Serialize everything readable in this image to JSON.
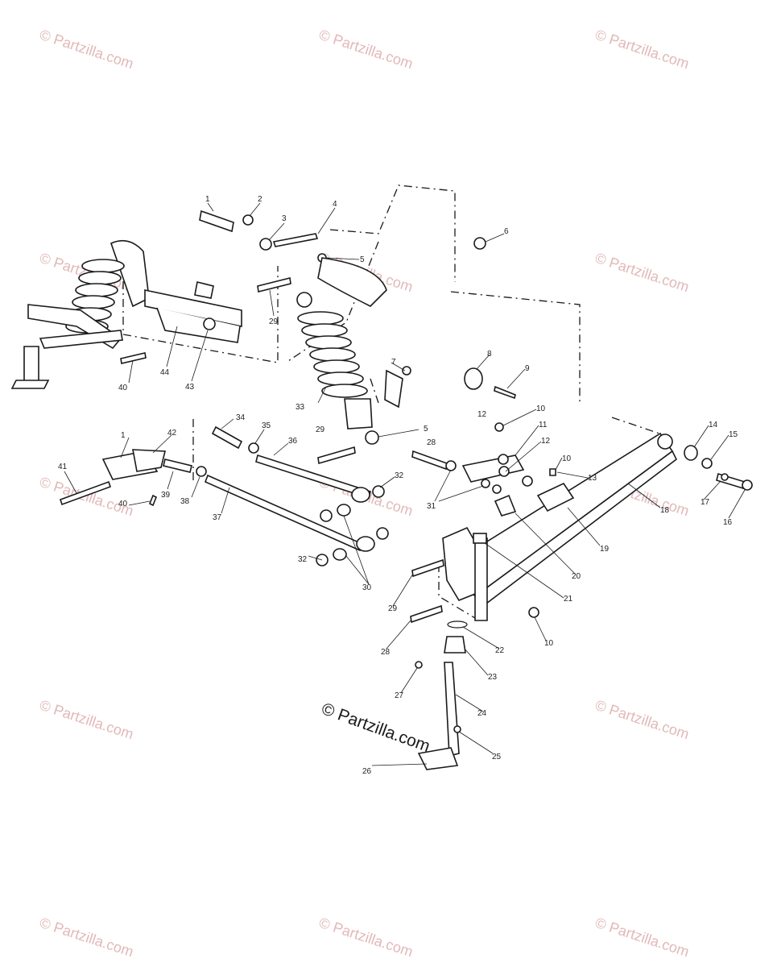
{
  "watermarks": {
    "small_text": "© Partzilla.com",
    "center_text": "© Partzilla.com"
  },
  "callouts": [
    {
      "id": "1",
      "label": "1"
    },
    {
      "id": "2",
      "label": "2"
    },
    {
      "id": "3",
      "label": "3"
    },
    {
      "id": "4",
      "label": "4"
    },
    {
      "id": "5",
      "label": "5"
    },
    {
      "id": "6",
      "label": "6"
    },
    {
      "id": "29",
      "label": "29"
    },
    {
      "id": "40",
      "label": "40"
    },
    {
      "id": "44",
      "label": "44"
    },
    {
      "id": "43",
      "label": "43"
    },
    {
      "id": "33",
      "label": "33"
    },
    {
      "id": "7",
      "label": "7"
    },
    {
      "id": "8",
      "label": "8"
    },
    {
      "id": "9",
      "label": "9"
    },
    {
      "id": "10",
      "label": "10"
    },
    {
      "id": "11",
      "label": "11"
    },
    {
      "id": "12",
      "label": "12"
    },
    {
      "id": "12b",
      "label": "12"
    },
    {
      "id": "13",
      "label": "13"
    },
    {
      "id": "10b",
      "label": "10"
    },
    {
      "id": "14",
      "label": "14"
    },
    {
      "id": "15",
      "label": "15"
    },
    {
      "id": "17",
      "label": "17"
    },
    {
      "id": "16",
      "label": "16"
    },
    {
      "id": "18",
      "label": "18"
    },
    {
      "id": "19",
      "label": "19"
    },
    {
      "id": "20",
      "label": "20"
    },
    {
      "id": "21",
      "label": "21"
    },
    {
      "id": "10c",
      "label": "10"
    },
    {
      "id": "22",
      "label": "22"
    },
    {
      "id": "23",
      "label": "23"
    },
    {
      "id": "24",
      "label": "24"
    },
    {
      "id": "25",
      "label": "25"
    },
    {
      "id": "26",
      "label": "26"
    },
    {
      "id": "27",
      "label": "27"
    },
    {
      "id": "28",
      "label": "28"
    },
    {
      "id": "28b",
      "label": "28"
    },
    {
      "id": "29b",
      "label": "29"
    },
    {
      "id": "29c",
      "label": "29"
    },
    {
      "id": "30",
      "label": "30"
    },
    {
      "id": "31",
      "label": "31"
    },
    {
      "id": "32",
      "label": "32"
    },
    {
      "id": "32b",
      "label": "32"
    },
    {
      "id": "34",
      "label": "34"
    },
    {
      "id": "35",
      "label": "35"
    },
    {
      "id": "36",
      "label": "36"
    },
    {
      "id": "37",
      "label": "37"
    },
    {
      "id": "38",
      "label": "38"
    },
    {
      "id": "39",
      "label": "39"
    },
    {
      "id": "1b",
      "label": "1"
    },
    {
      "id": "42",
      "label": "42"
    },
    {
      "id": "41",
      "label": "41"
    },
    {
      "id": "40b",
      "label": "40"
    },
    {
      "id": "5b",
      "label": "5"
    }
  ]
}
